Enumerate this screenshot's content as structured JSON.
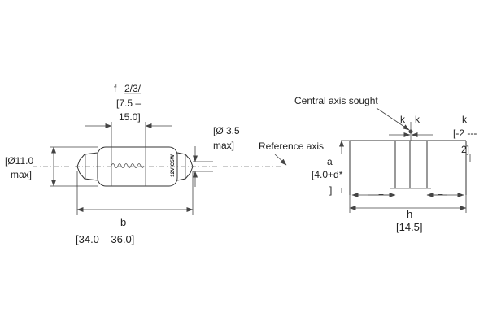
{
  "labels": {
    "f": "f",
    "f_refs": "2/3/",
    "f_value_line1": "[7.5 –",
    "f_value_line2": "15.0]",
    "outer_dia_line1": "[Ø11.0",
    "outer_dia_line2": "max]",
    "tip_dia_line1": "[Ø 3.5",
    "tip_dia_line2": "max]",
    "b": "b",
    "b_value": "[34.0 – 36.0]",
    "lamp_marking": "12V C5W",
    "reference_axis": "Reference axis",
    "central_axis": "Central axis sought",
    "a": "a",
    "a_value_line1": "[4.0+d*",
    "a_value_line2": "]",
    "k_left": "k",
    "k_right": "k",
    "k_side": "k",
    "k_value_line1": "[-2 ---",
    "k_value_line2": "2]",
    "equal_left": "=",
    "equal_right": "=",
    "h": "h",
    "h_value": "[14.5]"
  },
  "colors": {
    "line": "#333333",
    "text": "#222222",
    "background": "#ffffff"
  }
}
